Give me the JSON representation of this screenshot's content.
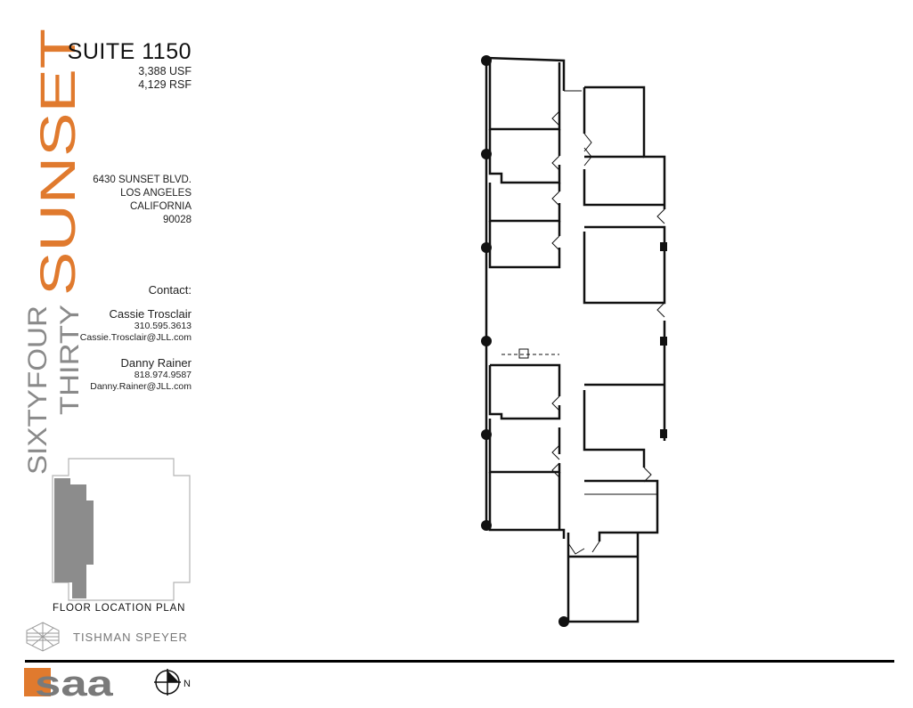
{
  "brand": {
    "line1": "SIXTYFOUR",
    "line2": "THIRTY",
    "line3": "SUNSET",
    "accent_color": "#e07a2e",
    "gray_color": "#8a8a8a"
  },
  "suite": {
    "title": "SUITE 1150",
    "usf": "3,388 USF",
    "rsf": "4,129 RSF"
  },
  "address": {
    "street": "6430 SUNSET BLVD.",
    "city": "LOS ANGELES",
    "state": "CALIFORNIA",
    "zip": "90028"
  },
  "contact": {
    "heading": "Contact:",
    "people": [
      {
        "name": "Cassie Trosclair",
        "phone": "310.595.3613",
        "email": "Cassie.Trosclair@JLL.com"
      },
      {
        "name": "Danny Rainer",
        "phone": "818.974.9587",
        "email": "Danny.Rainer@JLL.com"
      }
    ]
  },
  "floor_location": {
    "label": "FLOOR LOCATION PLAN"
  },
  "tishman": {
    "name": "TISHMAN SPEYER",
    "icon": "tishman-speyer-logo-icon"
  },
  "saa": {
    "text": "saa",
    "accent_color": "#e07a2e"
  },
  "north": {
    "label": "N",
    "icon": "north-arrow-icon"
  }
}
